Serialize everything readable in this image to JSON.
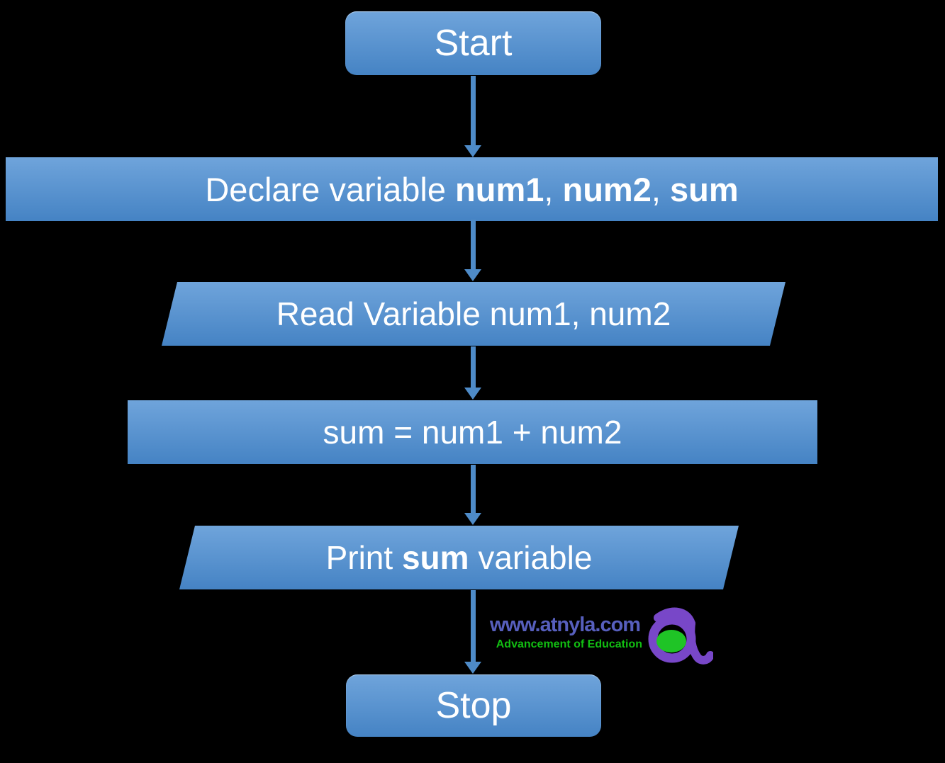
{
  "flowchart": {
    "nodes": {
      "start": {
        "label": "Start"
      },
      "declare": {
        "segments": [
          {
            "text": "Declare variable ",
            "bold": false
          },
          {
            "text": "num1",
            "bold": true
          },
          {
            "text": ", ",
            "bold": false
          },
          {
            "text": "num2",
            "bold": true
          },
          {
            "text": ", ",
            "bold": false
          },
          {
            "text": "sum",
            "bold": true
          }
        ]
      },
      "read": {
        "label": "Read Variable num1, num2"
      },
      "sum": {
        "label": "sum = num1 + num2"
      },
      "print": {
        "segments": [
          {
            "text": "Print ",
            "bold": false
          },
          {
            "text": "sum",
            "bold": true
          },
          {
            "text": " variable",
            "bold": false
          }
        ]
      },
      "stop": {
        "label": "Stop"
      }
    },
    "colors": {
      "background": "#000000",
      "shape_gradient_top": "#6FA4DB",
      "shape_gradient_bottom": "#4583C4",
      "arrow": "#4E8BC8",
      "text": "#FFFFFF"
    }
  },
  "watermark": {
    "site": "www.atnyla.com",
    "tagline": "Advancement of Education",
    "logo_letter": "a",
    "colors": {
      "site_text": "#575FBD",
      "tagline_text": "#12BE12",
      "logo_letter": "#7847C8",
      "logo_dot": "#1FC426"
    }
  }
}
